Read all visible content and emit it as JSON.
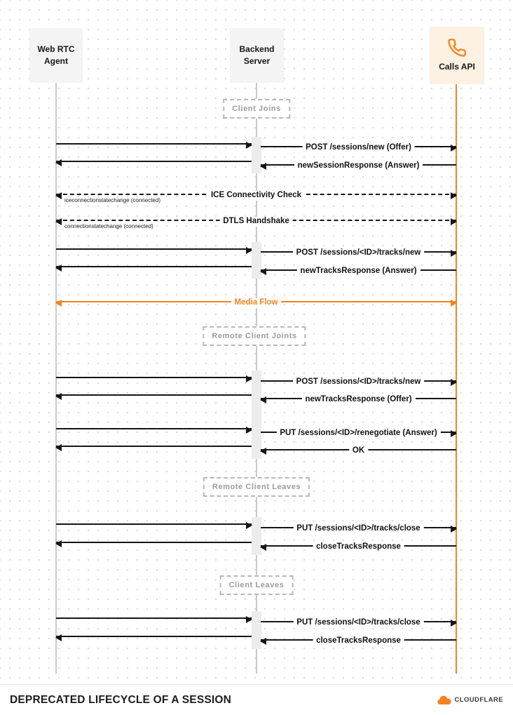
{
  "title": "DEPRECATED LIFECYCLE OF A SESSION",
  "footer": {
    "brand": "CLOUDFLARE"
  },
  "colors": {
    "accent": "#f6821f",
    "arrow": "#161616",
    "phase_text": "#9b9b9b",
    "callsapi_box_bg": "#fdf1e3",
    "actor_box_bg": "#f4f4f4"
  },
  "icons": {
    "calls_api": "phone-icon",
    "footer_logo": "cloudflare-cloud-icon"
  },
  "actors": [
    {
      "name": "Web RTC\nAgent"
    },
    {
      "name": "Backend\nServer"
    },
    {
      "name": "Calls API"
    }
  ],
  "phases": [
    {
      "label": "Client Joins"
    },
    {
      "label": "Remote Client Joints"
    },
    {
      "label": "Remote Client Leaves"
    },
    {
      "label": "Client Leaves"
    }
  ],
  "messages": [
    {
      "label": "POST /sessions/new (Offer)",
      "direction": "right",
      "style": "solid"
    },
    {
      "label": "newSessionResponse (Answer)",
      "direction": "left",
      "style": "solid"
    },
    {
      "label": "ICE Connectivity Check",
      "note": "iceconnectionstatechange (connected)",
      "direction": "both",
      "style": "dashed"
    },
    {
      "label": "DTLS Handshake",
      "note": "connectionstatechange (connected)",
      "direction": "both",
      "style": "dashed"
    },
    {
      "label": "POST /sessions/<ID>/tracks/new",
      "direction": "right",
      "style": "solid"
    },
    {
      "label": "newTracksResponse (Answer)",
      "direction": "left",
      "style": "solid"
    },
    {
      "label": "Media Flow",
      "direction": "both",
      "style": "solid-orange"
    },
    {
      "label": "POST /sessions/<ID>/tracks/new",
      "direction": "right",
      "style": "solid"
    },
    {
      "label": "newTracksResponse (Offer)",
      "direction": "left",
      "style": "solid"
    },
    {
      "label": "PUT /sessions/<ID>/renegotiate (Answer)",
      "direction": "right",
      "style": "solid"
    },
    {
      "label": "OK",
      "direction": "left",
      "style": "solid"
    },
    {
      "label": "PUT /sessions/<ID>/tracks/close",
      "direction": "right",
      "style": "solid"
    },
    {
      "label": "closeTracksResponse",
      "direction": "left",
      "style": "solid"
    },
    {
      "label": "PUT /sessions/<ID>/tracks/close",
      "direction": "right",
      "style": "solid"
    },
    {
      "label": "closeTracksResponse",
      "direction": "left",
      "style": "solid"
    }
  ]
}
